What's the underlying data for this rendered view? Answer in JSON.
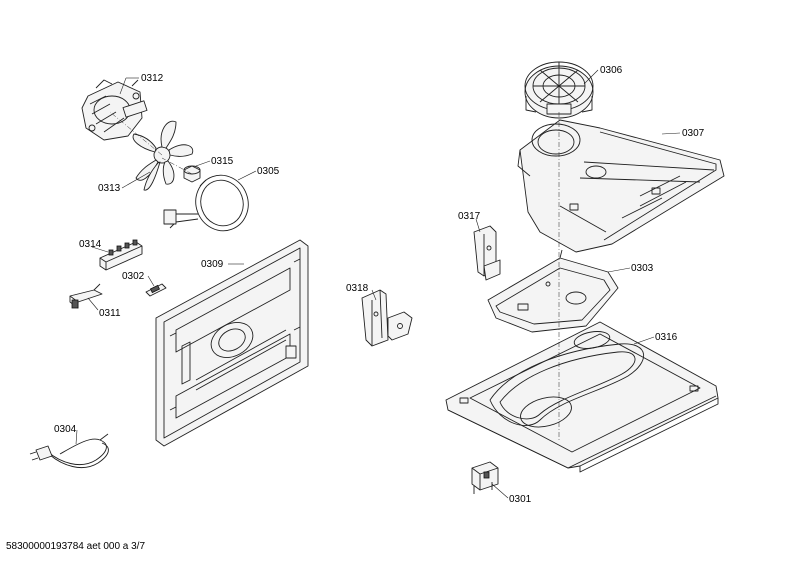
{
  "parts": [
    {
      "id": "0312",
      "label": "0312"
    },
    {
      "id": "0313",
      "label": "0313"
    },
    {
      "id": "0315",
      "label": "0315"
    },
    {
      "id": "0305",
      "label": "0305"
    },
    {
      "id": "0314",
      "label": "0314"
    },
    {
      "id": "0302",
      "label": "0302"
    },
    {
      "id": "0311",
      "label": "0311"
    },
    {
      "id": "0309",
      "label": "0309"
    },
    {
      "id": "0304",
      "label": "0304"
    },
    {
      "id": "0318",
      "label": "0318"
    },
    {
      "id": "0306",
      "label": "0306"
    },
    {
      "id": "0307",
      "label": "0307"
    },
    {
      "id": "0317",
      "label": "0317"
    },
    {
      "id": "0303",
      "label": "0303"
    },
    {
      "id": "0316",
      "label": "0316"
    },
    {
      "id": "0301",
      "label": "0301"
    }
  ],
  "footer": {
    "text": "58300000193784 aet 000 a 3/7"
  }
}
